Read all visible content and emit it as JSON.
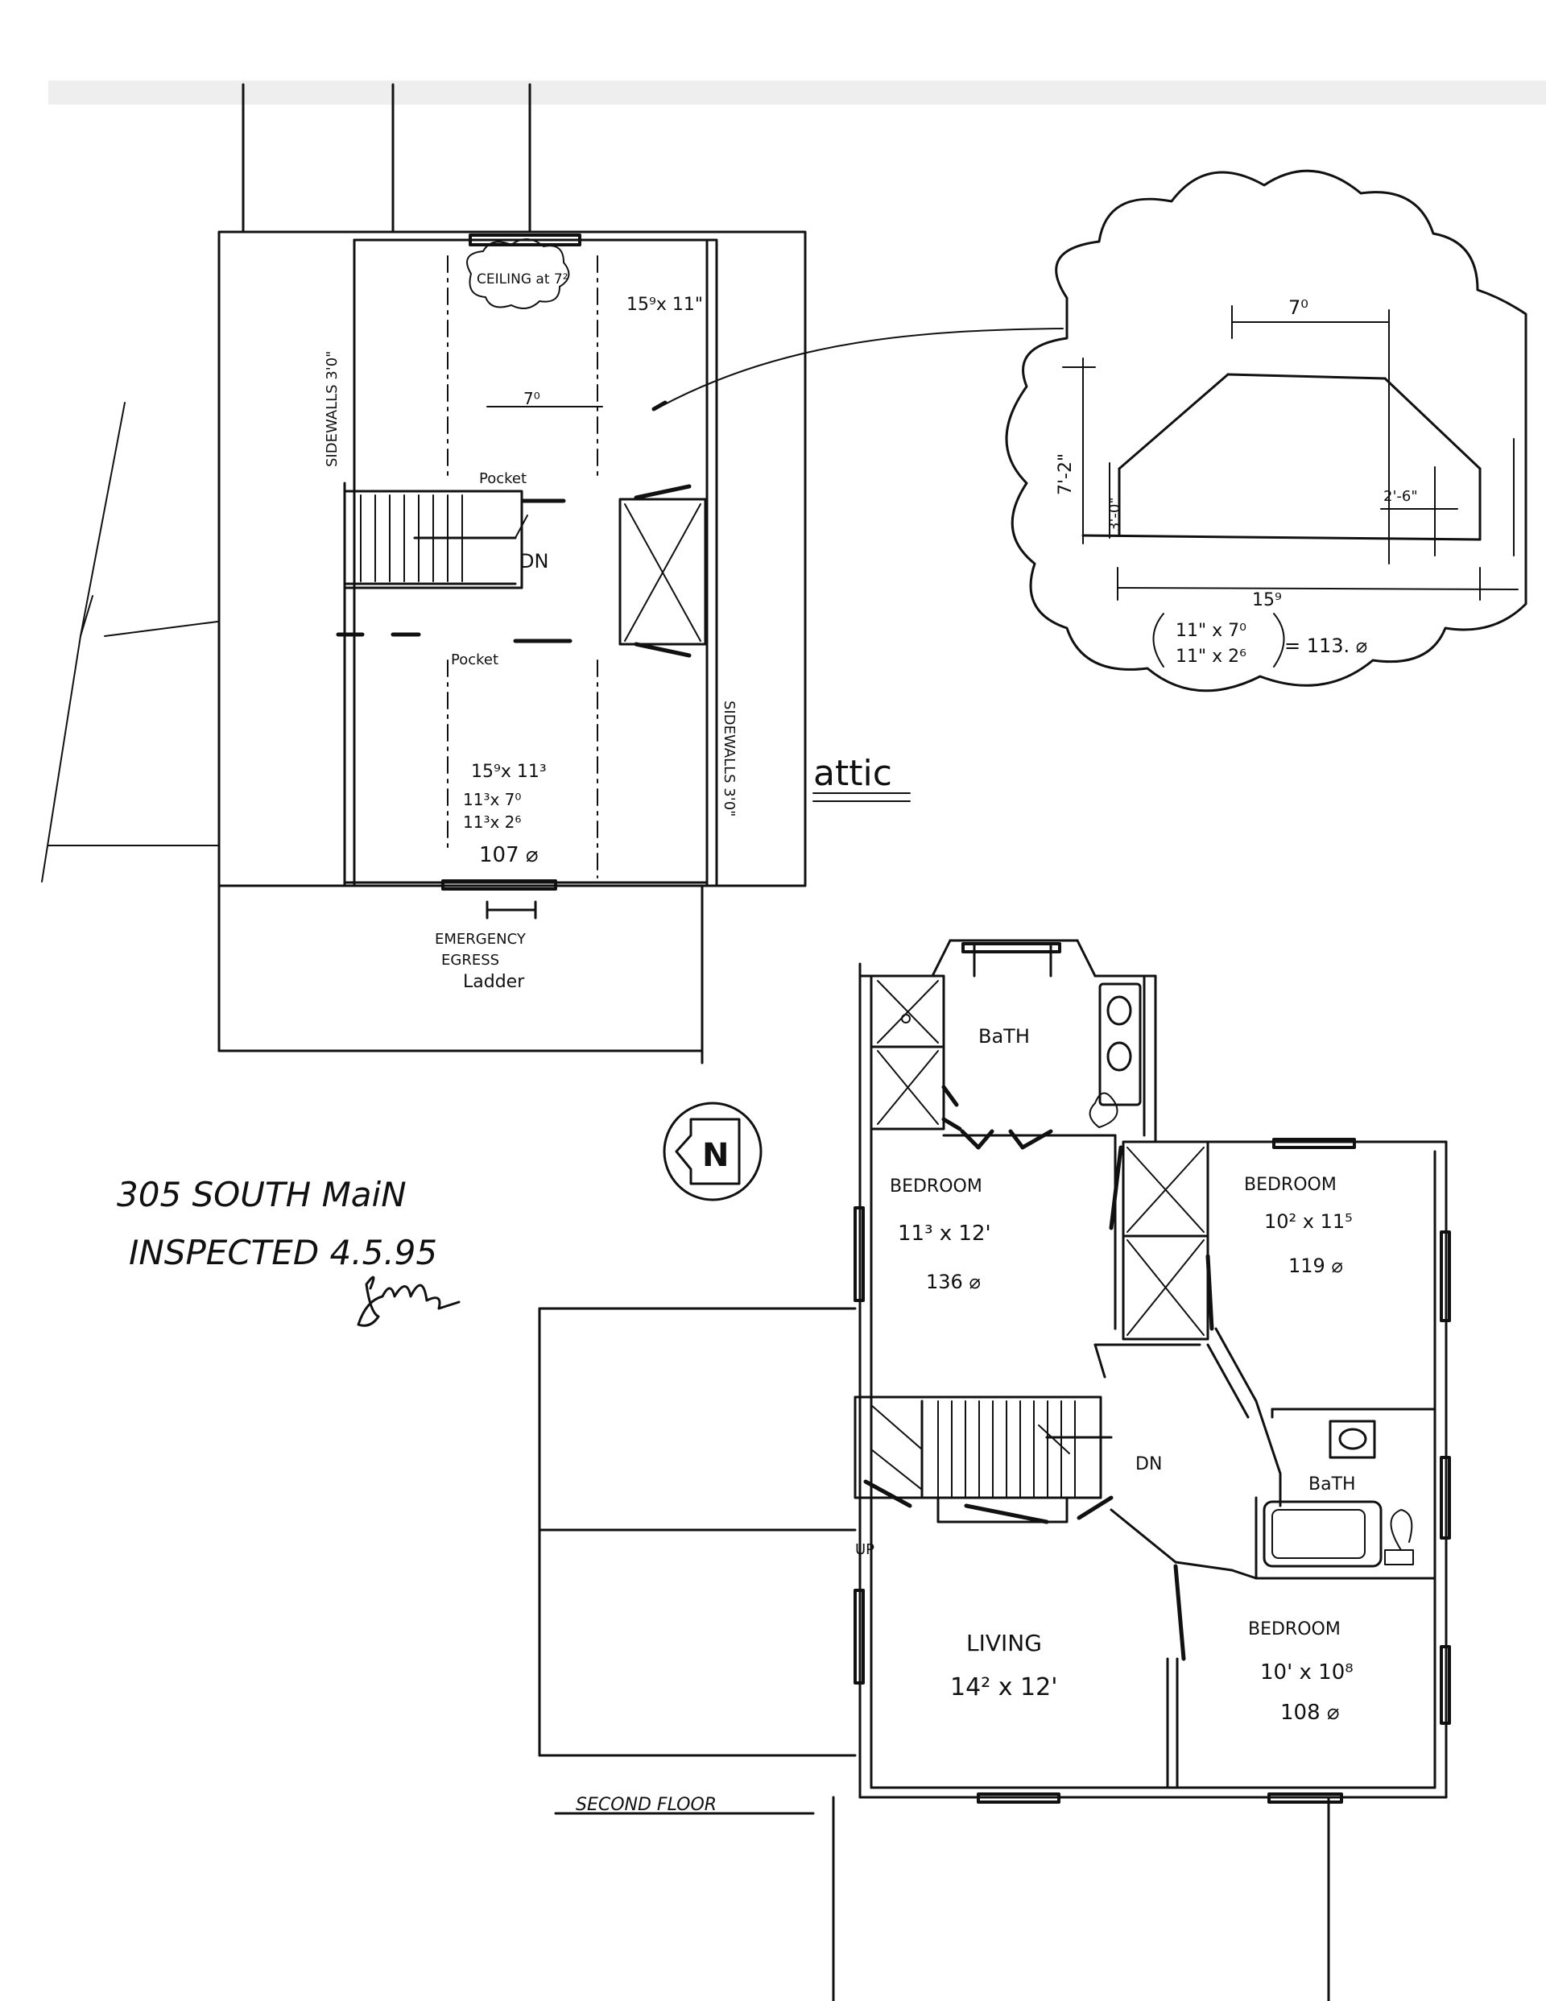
{
  "attic": {
    "title": "attic",
    "ceiling_note": "CEILING at 7²",
    "top_room_dims": "15⁹x 11\"",
    "width_note": "7⁰",
    "pocket_top": "Pocket",
    "pocket_bottom": "Pocket",
    "stair_label": "DN",
    "sidewall_left": "SIDEWALLS 3'0\"",
    "sidewall_right": "SIDEWALLS 3'0\"",
    "bottom_room_dims": "15⁹x 11³",
    "bottom_calc_1": "11³x 7⁰",
    "bottom_calc_2": "11³x 2⁶",
    "bottom_area": "107 ⌀",
    "egress_1": "EMERGENCY",
    "egress_2": "EGRESS",
    "egress_3": "Ladder"
  },
  "section": {
    "top_width": "7⁰",
    "height_total": "7'-2\"",
    "height_wall": "3'-0\"",
    "slope_width": "2'-6\"",
    "base_width": "15⁹",
    "calc_1": "11\" x 7⁰",
    "calc_2": "11\" x 2⁶",
    "result": "= 113. ⌀"
  },
  "second_floor": {
    "title": "SECOND FLOOR",
    "bath_top": "BaTH",
    "bedroom_left": "BEDROOM",
    "bedroom_left_dims": "11³ x 12'",
    "bedroom_left_area": "136 ⌀",
    "bedroom_right": "BEDROOM",
    "bedroom_right_dims": "10² x 11⁵",
    "bedroom_right_area": "119 ⌀",
    "bath_right": "BaTH",
    "stair_dn": "DN",
    "stair_up": "UP",
    "living": "LIVING",
    "living_dims": "14² x 12'",
    "bedroom_bottom": "BEDROOM",
    "bedroom_bottom_dims": "10' x 10⁸",
    "bedroom_bottom_area": "108 ⌀"
  },
  "compass": {
    "letter": "N"
  },
  "notes": {
    "address": "305 SOUTH MaiN",
    "inspected": "INSPECTED 4.5.95"
  }
}
